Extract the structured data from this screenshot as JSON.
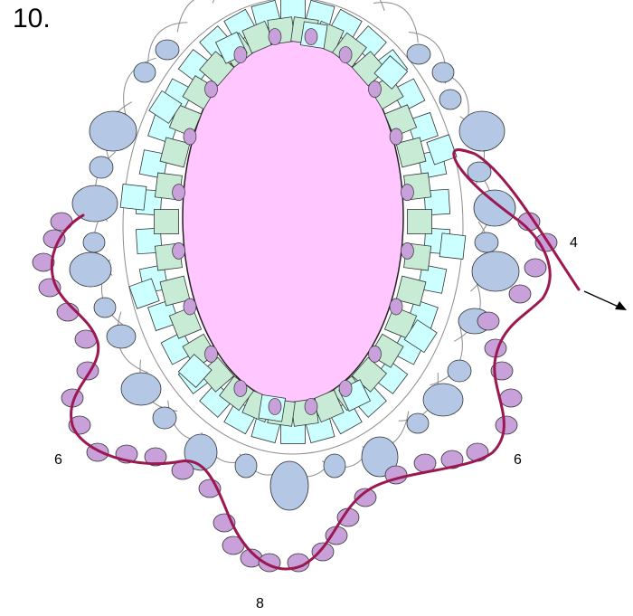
{
  "step_number": "10.",
  "bead_counts": [
    "4",
    "6",
    "6",
    "8"
  ],
  "colors": {
    "cabochon": "#ffc6ff",
    "cube_bead_mint": "#c8ebd6",
    "cube_bead_cyan": "#ccffff",
    "round_bead": "#b4c8e6",
    "seed_bead": "#c8a0da",
    "working_thread": "#9b1850",
    "thread_path": "#8c8c8c",
    "outline": "#333333"
  }
}
